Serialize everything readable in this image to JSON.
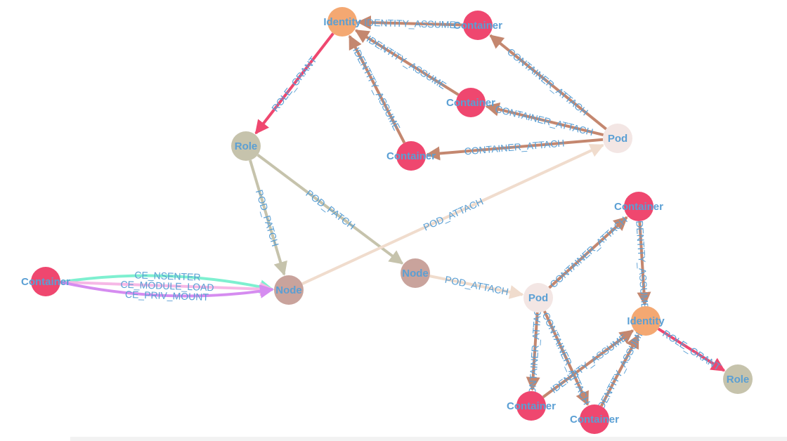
{
  "colors": {
    "Container": "#ef476f",
    "Identity": "#f4a872",
    "Role": "#c6c3ac",
    "Pod": "#f3e6e4",
    "Node": "#c9a39c",
    "label": "#5a9fd4"
  },
  "nodes": [
    {
      "id": "id1",
      "type": "Identity",
      "label": "Identity"
    },
    {
      "id": "c1",
      "type": "Container",
      "label": "Container"
    },
    {
      "id": "c2",
      "type": "Container",
      "label": "Container"
    },
    {
      "id": "c3",
      "type": "Container",
      "label": "Container"
    },
    {
      "id": "pod1",
      "type": "Pod",
      "label": "Pod"
    },
    {
      "id": "role1",
      "type": "Role",
      "label": "Role"
    },
    {
      "id": "c4",
      "type": "Container",
      "label": "Container"
    },
    {
      "id": "node1",
      "type": "Node",
      "label": "Node"
    },
    {
      "id": "node2",
      "type": "Node",
      "label": "Node"
    },
    {
      "id": "pod2",
      "type": "Pod",
      "label": "Pod"
    },
    {
      "id": "c5",
      "type": "Container",
      "label": "Container"
    },
    {
      "id": "id2",
      "type": "Identity",
      "label": "Identity"
    },
    {
      "id": "role2",
      "type": "Role",
      "label": "Role"
    },
    {
      "id": "c6",
      "type": "Container",
      "label": "Container"
    },
    {
      "id": "c7",
      "type": "Container",
      "label": "Container"
    }
  ],
  "edges": [
    {
      "source": "c1",
      "target": "id1",
      "label": "IDENTITY_ASSUME",
      "color": "#c4876f"
    },
    {
      "source": "c2",
      "target": "id1",
      "label": "IDENTITY_ASSUME",
      "color": "#c4876f"
    },
    {
      "source": "c3",
      "target": "id1",
      "label": "IDENTITY_ASSUME",
      "color": "#c4876f"
    },
    {
      "source": "id1",
      "target": "role1",
      "label": "ROLE_GRANT",
      "color": "#ef476f"
    },
    {
      "source": "pod1",
      "target": "c1",
      "label": "CONTAINER_ATTACH",
      "color": "#c4876f"
    },
    {
      "source": "pod1",
      "target": "c2",
      "label": "CONTAINER_ATTACH",
      "color": "#c4876f"
    },
    {
      "source": "pod1",
      "target": "c3",
      "label": "CONTAINER_ATTACH",
      "color": "#c4876f"
    },
    {
      "source": "role1",
      "target": "node1",
      "label": "POD_PATCH",
      "color": "#c6c3ac"
    },
    {
      "source": "role1",
      "target": "node2",
      "label": "POD_PATCH",
      "color": "#c6c3ac"
    },
    {
      "source": "node1",
      "target": "pod1",
      "label": "POD_ATTACH",
      "color": "#f0dccd"
    },
    {
      "source": "c4",
      "target": "node1",
      "label": "CE_NSENTER",
      "color": "#7ef0d0"
    },
    {
      "source": "c4",
      "target": "node1",
      "label": "CE_MODULE_LOAD",
      "color": "#f6b8e6"
    },
    {
      "source": "c4",
      "target": "node1",
      "label": "CE_PRIV_MOUNT",
      "color": "#d58cf0"
    },
    {
      "source": "node2",
      "target": "pod2",
      "label": "POD_ATTACH",
      "color": "#f0dccd"
    },
    {
      "source": "pod2",
      "target": "c5",
      "label": "CONTAINER_ATTACH",
      "color": "#c4876f"
    },
    {
      "source": "pod2",
      "target": "c6",
      "label": "CONTAINER_ATTACH",
      "color": "#c4876f"
    },
    {
      "source": "pod2",
      "target": "c7",
      "label": "CONTAINER_ATTACH",
      "color": "#c4876f"
    },
    {
      "source": "c5",
      "target": "id2",
      "label": "IDENTITY_ASSUME",
      "color": "#c4876f"
    },
    {
      "source": "c6",
      "target": "id2",
      "label": "IDENTITY_ASSUME",
      "color": "#c4876f"
    },
    {
      "source": "c7",
      "target": "id2",
      "label": "IDENTITY_ASSUME",
      "color": "#c4876f"
    },
    {
      "source": "id2",
      "target": "role2",
      "label": "ROLE_GRANT",
      "color": "#ef476f"
    }
  ]
}
